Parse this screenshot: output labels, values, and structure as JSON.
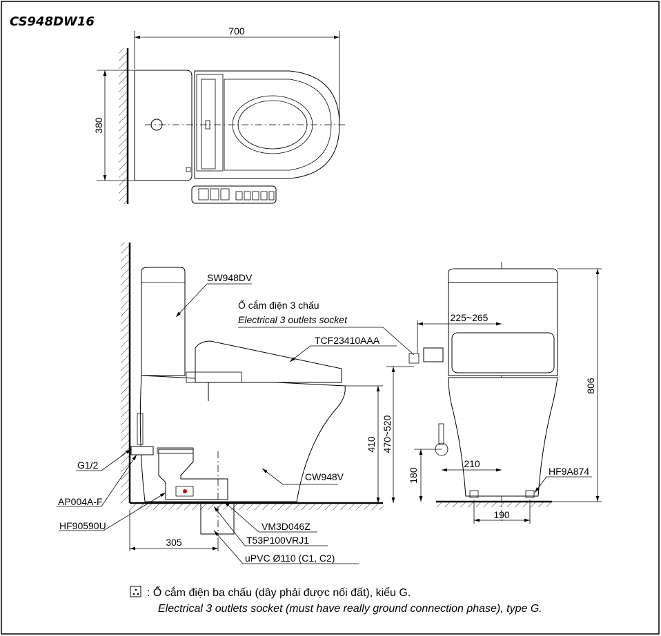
{
  "title": "CS948DW16",
  "dimensions": {
    "top_width": "700",
    "top_depth": "380",
    "seat_height": "410",
    "supply_height": "470~520",
    "rough_in": "305",
    "socket_offset": "225~265",
    "total_height": "806",
    "supply_side": "210",
    "supply_elev": "180",
    "bolt_spacing": "190"
  },
  "parts": {
    "tank": "SW948DV",
    "socket_vi": "Ổ cắm điện 3 chấu",
    "socket_en": "Electrical 3 outlets socket",
    "seat": "TCF23410AAA",
    "bowl": "CW948V",
    "thread": "G1/2",
    "stop_valve": "AP004A-F",
    "hose": "HF90590U",
    "flange": "VM3D046Z",
    "outlet": "T53P100VRJ1",
    "pipe": "uPVC Ø110 (C1, C2)",
    "bolt": "HF9A874"
  },
  "note": {
    "icon": "socket-icon",
    "vi": ": Ổ cắm điện ba chấu (dây phải được nối đất), kiểu G.",
    "en": "Electrical 3 outlets socket (must have really ground connection phase), type G."
  }
}
